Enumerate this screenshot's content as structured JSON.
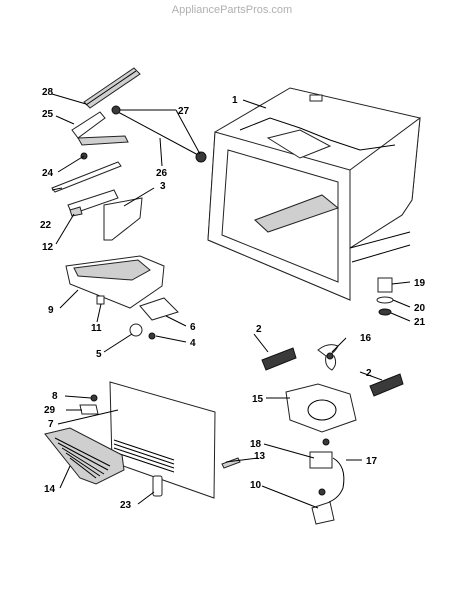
{
  "watermark": "AppliancePartsPros.com",
  "callouts": [
    "1",
    "2",
    "2",
    "3",
    "4",
    "5",
    "6",
    "7",
    "8",
    "9",
    "10",
    "11",
    "12",
    "13",
    "14",
    "15",
    "16",
    "17",
    "18",
    "19",
    "20",
    "21",
    "22",
    "23",
    "24",
    "25",
    "26",
    "27",
    "28",
    "29"
  ]
}
